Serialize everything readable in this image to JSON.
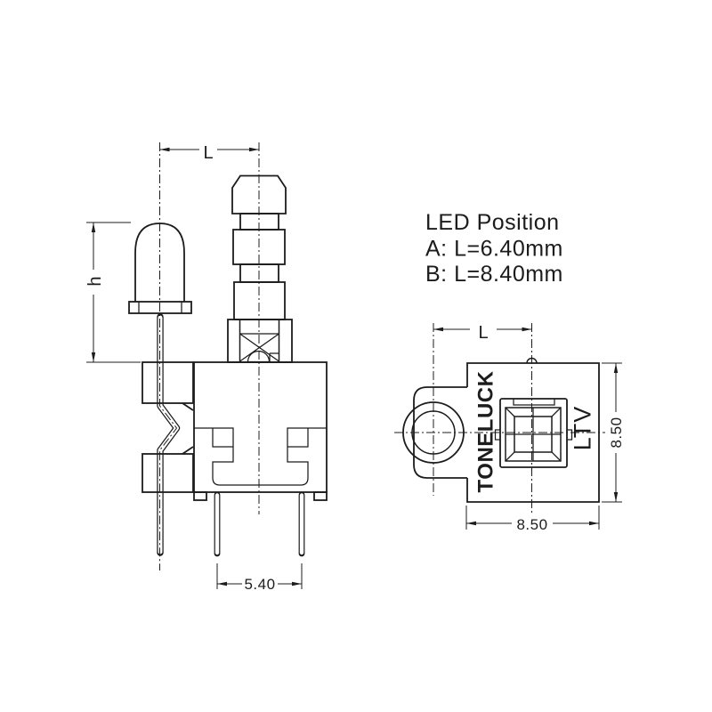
{
  "colors": {
    "line": "#1c1c1c",
    "background": "#ffffff"
  },
  "note": {
    "title": "LED Position",
    "option_a": "A: L=6.40mm",
    "option_b": "B: L=8.40mm"
  },
  "side_view": {
    "dim_led_offset_label": "L",
    "dim_led_height_label": "h",
    "dim_pin_spacing": "5.40"
  },
  "top_view": {
    "dim_led_offset_label": "L",
    "dim_body_height": "8.50",
    "dim_body_width": "8.50",
    "brand_marking": "TONELUCK",
    "model_marking": "LTV"
  }
}
